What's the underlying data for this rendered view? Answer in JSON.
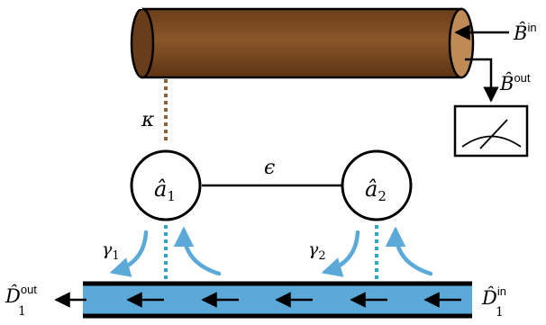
{
  "labels": {
    "b_in": "B̂",
    "b_in_sup": "in",
    "b_out": "B̂",
    "b_out_sup": "out",
    "kappa": "κ",
    "epsilon": "ϵ",
    "a1_base": "â",
    "a1_sub": "1",
    "a2_base": "â",
    "a2_sub": "2",
    "gamma1_base": "γ",
    "gamma1_sub": "1",
    "gamma2_base": "γ",
    "gamma2_sub": "2",
    "d_out_base": "D̂",
    "d_out_sub": "1",
    "d_out_sup": "out",
    "d_in_base": "D̂",
    "d_in_sub": "1",
    "d_in_sup": "in"
  },
  "colors": {
    "cylinder_body": "#7b4a22",
    "cylinder_end": "#c08a56",
    "waveguide": "#5aa9d9",
    "coupling_arrow": "#5aa9d9",
    "kappa_dots": "#8b6238",
    "gamma_dots": "#2aa8c4",
    "ink": "#000000"
  },
  "icons": {
    "meter": "analog-meter-icon"
  }
}
